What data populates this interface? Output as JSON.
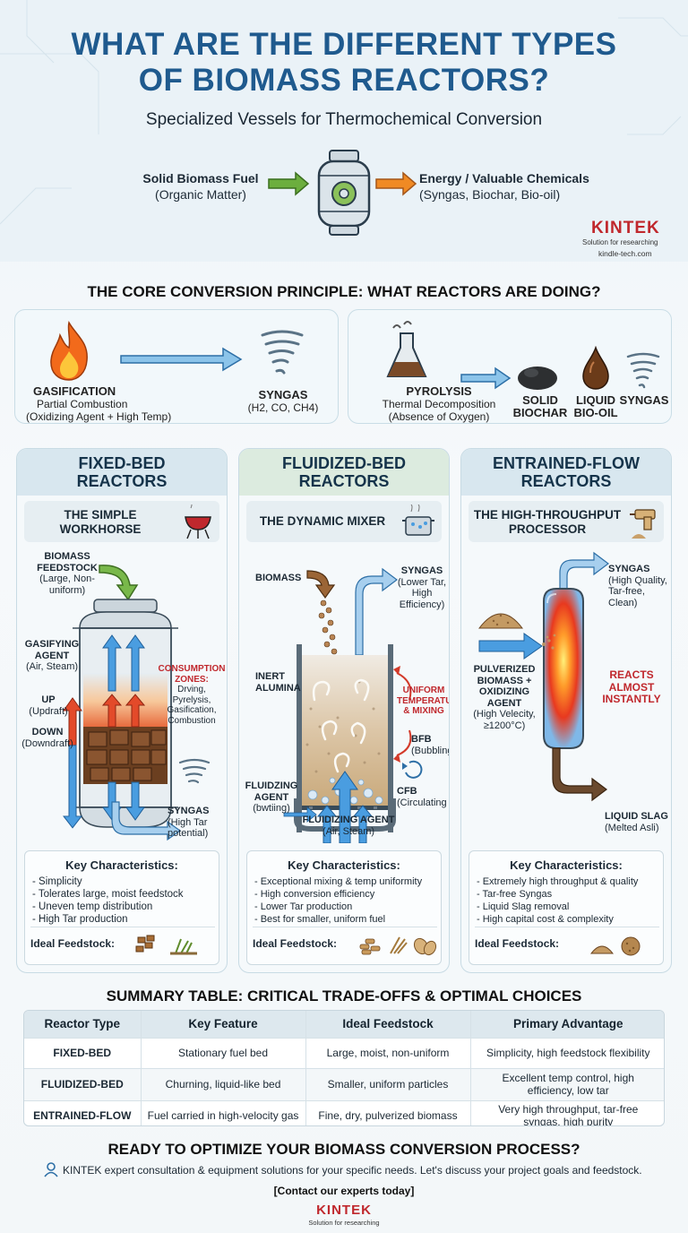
{
  "header": {
    "title_line1": "WHAT ARE THE DIFFERENT TYPES",
    "title_line2": "OF BIOMASS REACTORS?",
    "subtitle": "Specialized Vessels for Thermochemical Conversion",
    "input_title": "Solid Biomass Fuel",
    "input_sub": "(Organic Matter)",
    "output_title": "Energy / Valuable Chemicals",
    "output_sub": "(Syngas, Biochar, Bio-oil)",
    "brand": "KINTEK",
    "brand_tagline": "Solution for researching",
    "brand_url": "kindle-tech.com"
  },
  "principle": {
    "heading": "THE CORE CONVERSION PRINCIPLE: WHAT REACTORS ARE DOING?",
    "gasification": {
      "title": "GASIFICATION",
      "line1": "Partial Combustion",
      "line2": "(Oxidizing Agent + High Temp)",
      "product_title": "SYNGAS",
      "product_sub": "(H2, CO, CH4)"
    },
    "pyrolysis": {
      "title": "PYROLYSIS",
      "line1": "Thermal Decomposition",
      "line2": "(Absence of Oxygen)",
      "products": [
        {
          "line1": "SOLID",
          "line2": "BIOCHAR"
        },
        {
          "line1": "LIQUID",
          "line2": "BIO-OIL"
        },
        {
          "line1": "SYNGAS",
          "line2": ""
        }
      ]
    }
  },
  "reactors": {
    "fixed": {
      "title_l1": "FIXED-BED",
      "title_l2": "REACTORS",
      "subtitle_l1": "THE SIMPLE",
      "subtitle_l2": "WORKHORSE",
      "feed_l1": "BIOMASS",
      "feed_l2": "FEEDSTOCK",
      "feed_l3": "(Large, Non-uniform)",
      "agent_l1": "GASIFYING",
      "agent_l2": "AGENT",
      "agent_l3": "(Air, Steam)",
      "up_l1": "UP",
      "up_l2": "(Updraft)",
      "down_l1": "DOWN",
      "down_l2": "(Downdraft)",
      "zones_title_l1": "CONSUMPTION",
      "zones_title_l2": "ZONES:",
      "zones_list": [
        "Drving,",
        "Pyrelysis,",
        "Gasification,",
        "Combustion"
      ],
      "out_l1": "SYNGAS",
      "out_l2": "(High Tar",
      "out_l3": "potential)",
      "kc_title": "Key Characteristics:",
      "kc": [
        "- Simplicity",
        "- Tolerates large, moist feedstock",
        "- Uneven temp distribution",
        "- High Tar production"
      ],
      "ideal": "Ideal Feedstock:"
    },
    "fluid": {
      "title_l1": "FLUIDIZED-BED",
      "title_l2": "REACTORS",
      "subtitle": "THE DYNAMIC MIXER",
      "feed": "BIOMASS",
      "out_l1": "SYNGAS",
      "out_l2": "(Lower Tar,",
      "out_l3": "High",
      "out_l4": "Efficiency)",
      "inert_l1": "INERT",
      "inert_l2": "ALUMINA",
      "uniform_l1": "UNIFORM",
      "uniform_l2": "TEMPERATURE",
      "uniform_l3": "& MIXING",
      "bfb_l1": "BFB",
      "bfb_l2": "(Bubbling)",
      "cfb_l1": "CFB",
      "cfb_l2": "(Circulating",
      "agent_left_l1": "FLUIDZING",
      "agent_left_l2": "AGENT",
      "agent_left_l3": "(bwtiing)",
      "agent_bottom_l1": "FLUIDIZING AGENT",
      "agent_bottom_l2": "(Air, Steam)",
      "kc_title": "Key Characteristics:",
      "kc": [
        "- Exceptional mixing & temp uniformity",
        "- High conversion efficiency",
        "- Lower Tar production",
        "- Best for smaller, uniform fuel"
      ],
      "ideal": "Ideal Feedstock:"
    },
    "entrained": {
      "title_l1": "ENTRAINED-FLOW",
      "title_l2": "REACTORS",
      "subtitle_l1": "THE HIGH-THROUGHPUT",
      "subtitle_l2": "PROCESSOR",
      "out_l1": "SYNGAS",
      "out_l2": "(High Quality,",
      "out_l3": "Tar-free, Clean)",
      "feed_l1": "PULVERIZED",
      "feed_l2": "BIOMASS +",
      "feed_l3": "OXIDIZING",
      "feed_l4": "AGENT",
      "feed_l5": "(High Velecity,",
      "feed_l6": "≥1200°C)",
      "react_l1": "REACTS",
      "react_l2": "ALMOST",
      "react_l3": "INSTANTLY",
      "slag_l1": "LIQUID SLAG",
      "slag_l2": "(Melted Asli)",
      "kc_title": "Key Characteristics:",
      "kc": [
        "- Extremely high throughput & quality",
        "- Tar-free Syngas",
        "- Liquid Slag removal",
        "- High capital cost & complexity"
      ],
      "ideal": "Ideal Feedstock:"
    }
  },
  "summary": {
    "heading": "SUMMARY TABLE: CRITICAL TRADE-OFFS & OPTIMAL CHOICES",
    "headers": [
      "Reactor Type",
      "Key Feature",
      "Ideal Feedstock",
      "Primary Advantage"
    ],
    "rows": [
      [
        "FIXED-BED",
        "Stationary fuel bed",
        "Large, moist, non-uniform",
        "Simplicity, high feedstock flexibility"
      ],
      [
        "FLUIDIZED-BED",
        "Churning, liquid-like bed",
        "Smaller, uniform particles",
        "Excellent temp control, high efficiency, low tar"
      ],
      [
        "ENTRAINED-FLOW",
        "Fuel carried in high-velocity gas",
        "Fine, dry, pulverized biomass",
        "Very high throughput, tar-free syngas, high purity"
      ]
    ]
  },
  "cta": {
    "heading": "READY TO OPTIMIZE YOUR BIOMASS CONVERSION PROCESS?",
    "text": "KINTEK expert consultation & equipment solutions for your specific needs. Let's discuss your project goals and feedstock.",
    "link": "[Contact our experts today]",
    "brand": "KINTEK",
    "tagline": "Solution for researching"
  },
  "colors": {
    "title_blue": "#1f5a8e",
    "brand_red": "#c0282d",
    "arrow_blue": "#3a8fd6",
    "arrow_green": "#6cae3e",
    "arrow_orange": "#f08a24"
  }
}
